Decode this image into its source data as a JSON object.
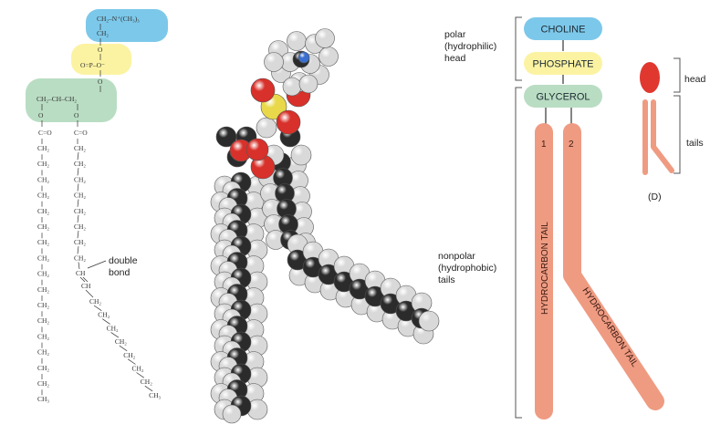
{
  "structural": {
    "head_formula": "CH₂–N⁺(CH₃)₃",
    "head_ch2": "CH₂",
    "o_atom": "O",
    "phosphate_formula": "O=P–O⁻",
    "glycerol_formula": "CH₂–CH–CH₂",
    "carbonyl": "C=O",
    "ch2": "CH₂",
    "ch": "CH",
    "ch3": "CH₃",
    "double_bond_label_line1": "double",
    "double_bond_label_line2": "bond"
  },
  "schematic": {
    "polar_label": [
      "polar",
      "(hydrophilic)",
      "head"
    ],
    "nonpolar_label": [
      "nonpolar",
      "(hydrophobic)",
      "tails"
    ],
    "choline": "CHOLINE",
    "phosphate": "PHOSPHATE",
    "glycerol": "GLYCEROL",
    "tail1_number": "1",
    "tail2_number": "2",
    "tail1_text": "HYDROCARBON TAIL",
    "tail2_text": "HYDROCARBON TAIL"
  },
  "icon": {
    "head_label": "head",
    "tails_label": "tails",
    "panel_label": "(D)"
  },
  "colors": {
    "choline": "#7cc8ea",
    "phosphate": "#fbf3a2",
    "glycerol": "#b9ddc3",
    "tail": "#ef9b82",
    "icon_head": "#e0382f",
    "atom_white": "#f4f4f4",
    "atom_black": "#2b2b2b",
    "atom_red": "#d8302a",
    "atom_yellow": "#e8d84a",
    "atom_blue": "#3a6fd0"
  }
}
